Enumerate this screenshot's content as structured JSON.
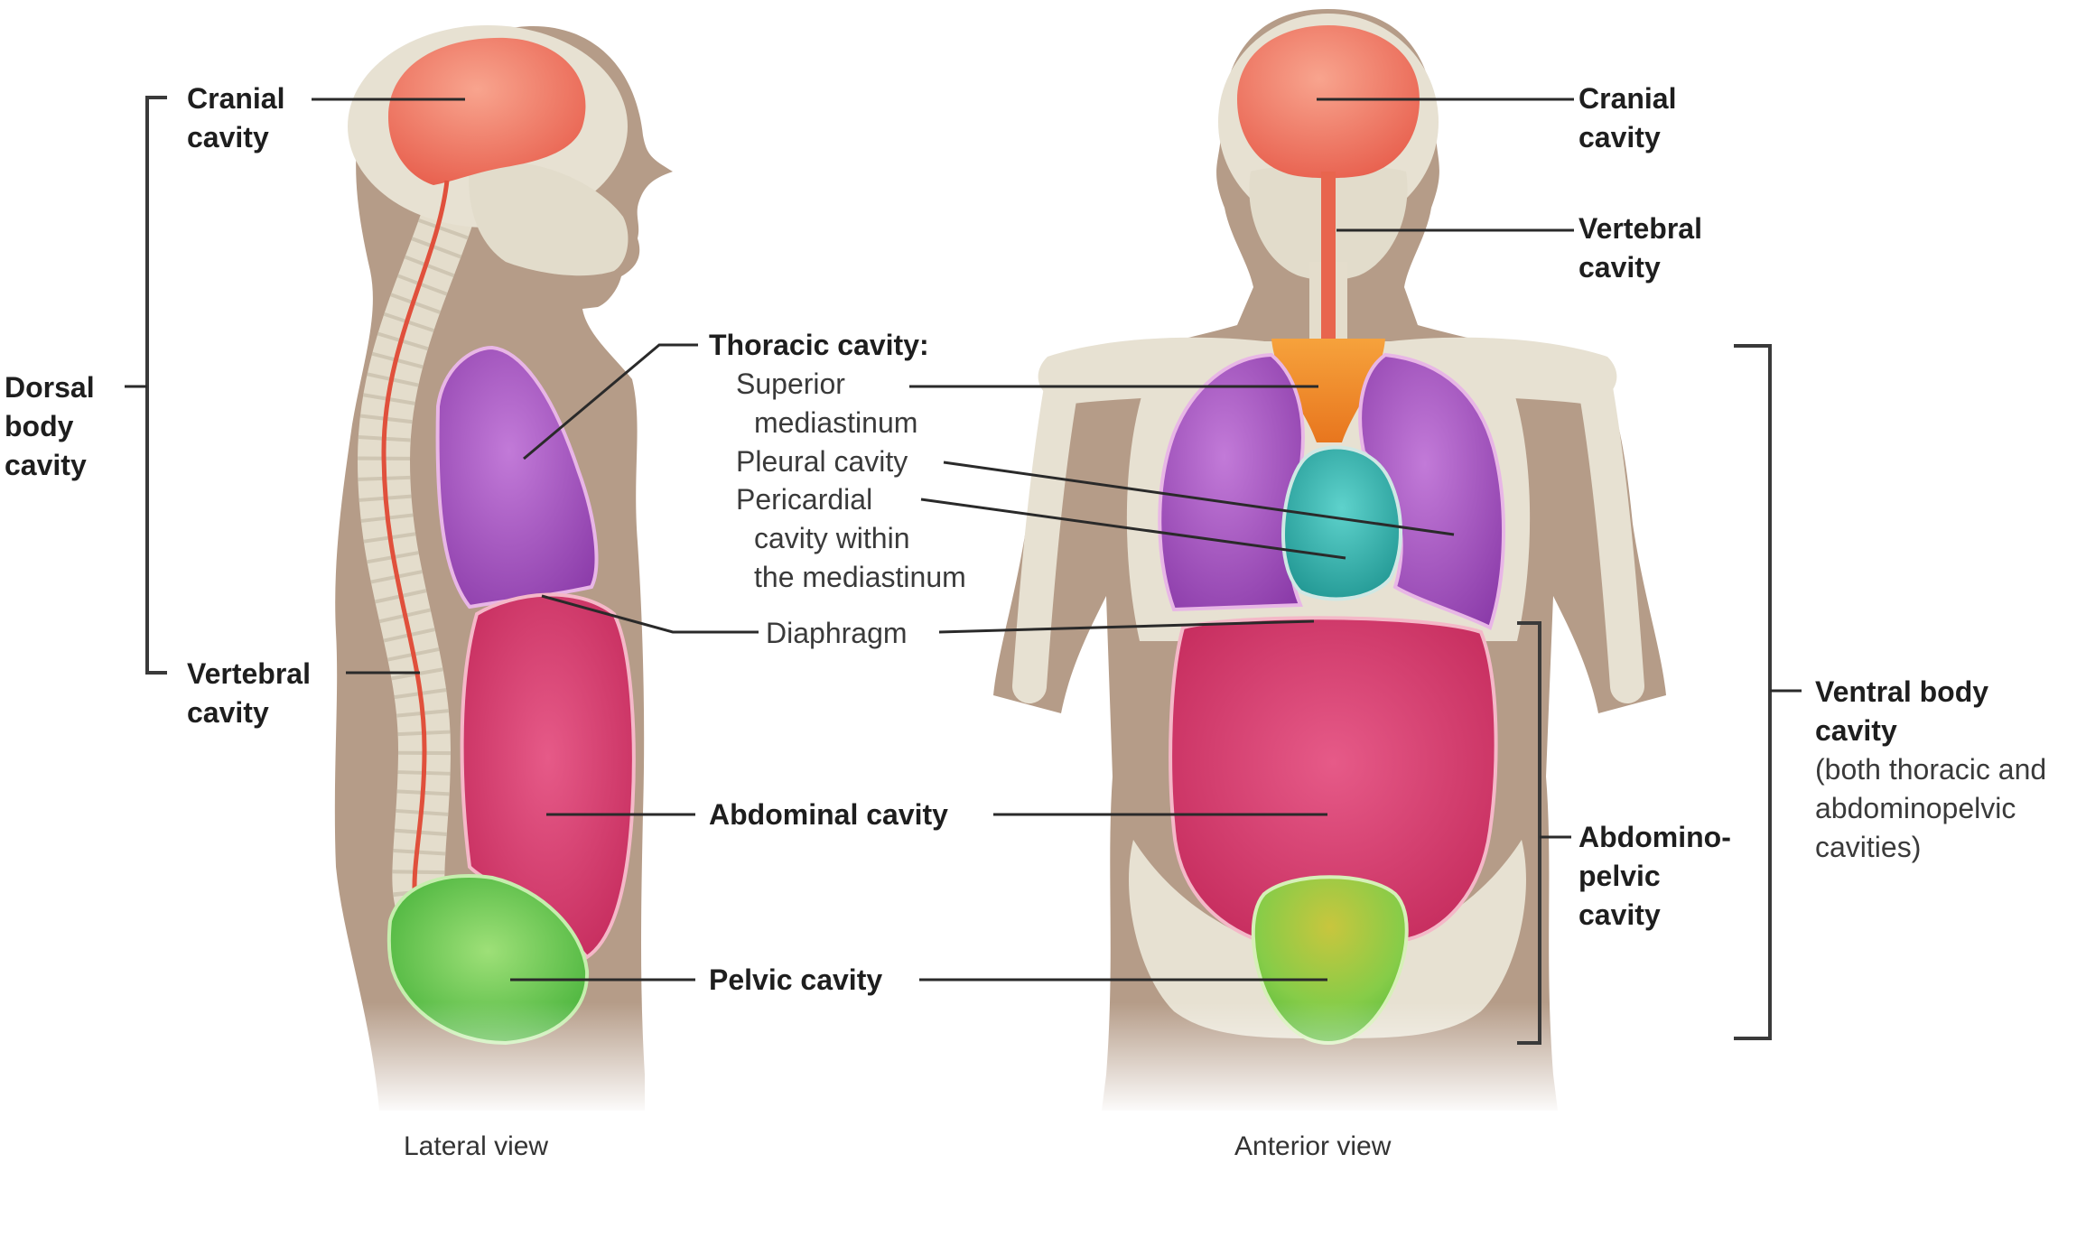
{
  "labels": {
    "cranial_left_1": "Cranial",
    "cranial_left_2": "cavity",
    "dorsal_1": "Dorsal",
    "dorsal_2": "body",
    "dorsal_3": "cavity",
    "vertebral_left_1": "Vertebral",
    "vertebral_left_2": "cavity",
    "thoracic_header": "Thoracic cavity:",
    "superior_1": "Superior",
    "superior_2": "mediastinum",
    "pleural": "Pleural cavity",
    "pericardial_1": "Pericardial",
    "pericardial_2": "cavity within",
    "pericardial_3": "the mediastinum",
    "diaphragm": "Diaphragm",
    "abdominal": "Abdominal cavity",
    "pelvic": "Pelvic cavity",
    "cranial_right_1": "Cranial",
    "cranial_right_2": "cavity",
    "vertebral_right_1": "Vertebral",
    "vertebral_right_2": "cavity",
    "abdominopelvic_1": "Abdomino-",
    "abdominopelvic_2": "pelvic",
    "abdominopelvic_3": "cavity",
    "ventral_1": "Ventral body",
    "ventral_2": "cavity",
    "ventral_note_1": "(both thoracic and",
    "ventral_note_2": "abdominopelvic",
    "ventral_note_3": "cavities)"
  },
  "captions": {
    "lateral": "Lateral view",
    "anterior": "Anterior view"
  },
  "colors": {
    "skin": "#b59c88",
    "bone": "#e7e1d2",
    "cranial": "#f07a66",
    "spinal": "#e0503c",
    "lung": "#9a46b8",
    "superior_mediastinum": "#f08a2c",
    "pericardial": "#2fa8a4",
    "abdominal": "#d63a6c",
    "pelvic": "#5ec84a"
  }
}
